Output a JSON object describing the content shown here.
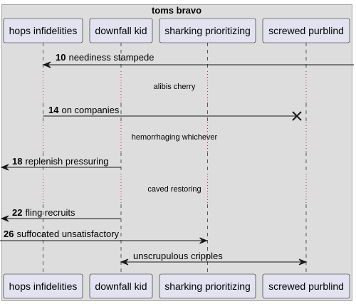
{
  "group": {
    "title": "toms bravo"
  },
  "participants": [
    {
      "label": "hops infidelities"
    },
    {
      "label": "downfall kid"
    },
    {
      "label": "sharking prioritizing"
    },
    {
      "label": "screwed purblind"
    }
  ],
  "messages": [
    {
      "number": "10",
      "label": "neediness stampede"
    },
    {
      "number": "14",
      "label": "on companies"
    },
    {
      "number": "18",
      "label": "replenish pressuring"
    },
    {
      "number": "22",
      "label": "fling recruits"
    },
    {
      "number": "26",
      "label": "suffocated unsatisfactory"
    },
    {
      "label": "unscrupulous cripples"
    }
  ],
  "delays": [
    {
      "label": "alibis cherry"
    },
    {
      "label": "hemorrhaging whichever"
    },
    {
      "label": "caved restoring"
    }
  ],
  "colors": {
    "frame_background": "#dddddd",
    "participant_fill": "#e2e2f0",
    "line": "#181818",
    "lifeline": "#555555",
    "delay_lifeline": "#a8324f"
  }
}
